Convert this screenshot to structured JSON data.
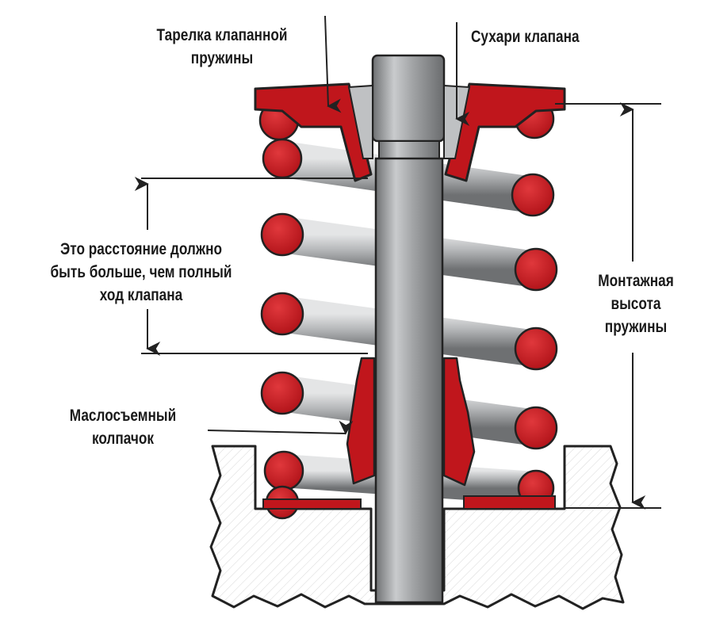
{
  "labels": {
    "spring_retainer": {
      "line1": "Тарелка клапанной",
      "line2": "пружины"
    },
    "valve_keepers": "Сухари клапана",
    "clearance_note": {
      "line1": "Это расстояние должно",
      "line2": "быть больше, чем полный",
      "line3": "ход клапана"
    },
    "installed_height": {
      "line1": "Монтажная",
      "line2": "высота",
      "line3": "пружины"
    },
    "oil_seal": {
      "line1": "Маслосъемный",
      "line2": "колпачок"
    }
  },
  "colors": {
    "spring_section": "#c0161c",
    "spring_metal": "#a8abad",
    "stem": "#9a9c9e",
    "head_block": "#f2f2f2",
    "line": "#222222"
  },
  "icons": [
    "arrow-down-icon",
    "arrow-right-icon",
    "dimension-arrow-icon"
  ]
}
